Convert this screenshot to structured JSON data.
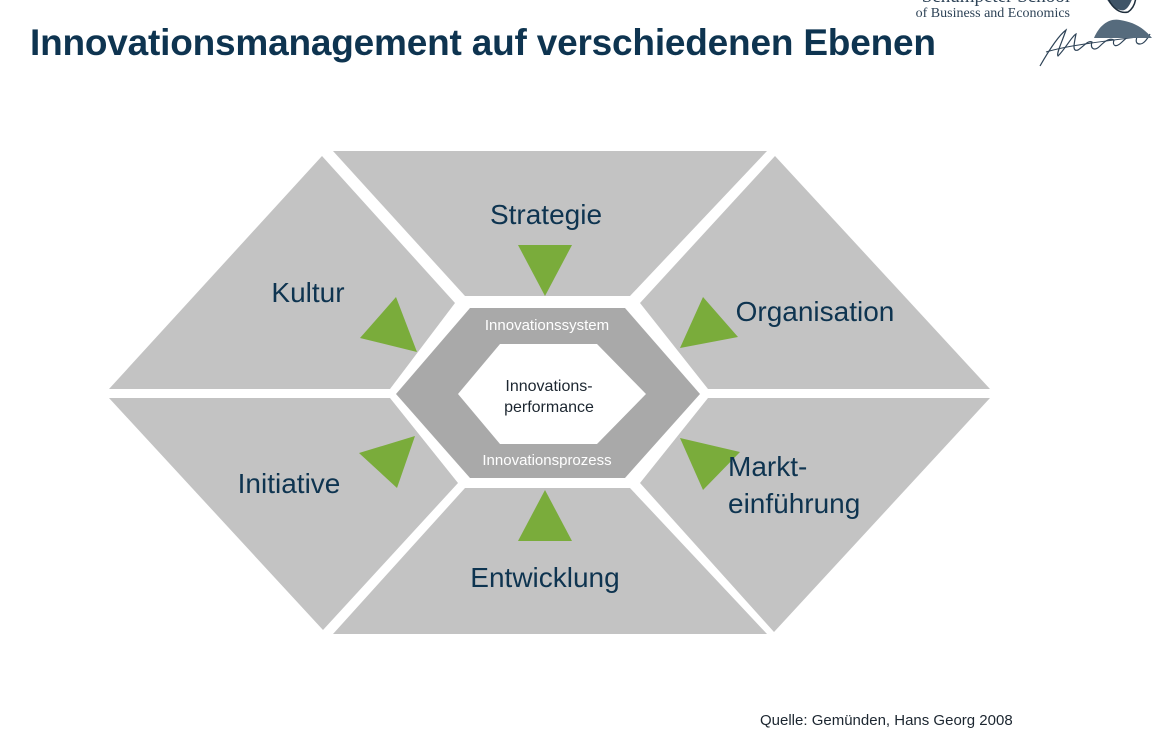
{
  "header": {
    "title": "Innovationsmanagement auf verschiedenen Ebenen",
    "logo": {
      "line1": "Schumpeter School",
      "line2": "of Business and Economics",
      "icons": [
        "signature-icon",
        "portrait-icon"
      ]
    }
  },
  "diagram": {
    "center": {
      "line1": "Innovations-",
      "line2": "performance"
    },
    "ring": {
      "top": "Innovationssystem",
      "bottom": "Innovationsprozess"
    },
    "segments": {
      "strategie": "Strategie",
      "kultur": "Kultur",
      "organisation": "Organisation",
      "initiative": "Initiative",
      "markt_line1": "Markt-",
      "markt_line2": "einführung",
      "entwicklung": "Entwicklung"
    },
    "colors": {
      "segment": "#c3c3c3",
      "ring": "#a9a9a9",
      "arrow": "#7aac3b",
      "center": "#ffffff",
      "text": "#0e3450"
    }
  },
  "footer": {
    "source": "Quelle:  Gemünden, Hans Georg 2008"
  }
}
